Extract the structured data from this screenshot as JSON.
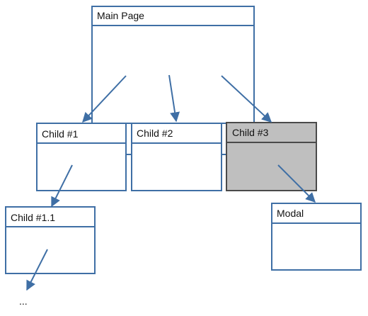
{
  "diagram": {
    "nodes": [
      {
        "id": "main-page",
        "label": "Main Page",
        "highlighted": false
      },
      {
        "id": "child-1",
        "label": "Child #1",
        "highlighted": false
      },
      {
        "id": "child-2",
        "label": "Child #2",
        "highlighted": false
      },
      {
        "id": "child-3",
        "label": "Child #3",
        "highlighted": true
      },
      {
        "id": "child-1-1",
        "label": "Child #1.1",
        "highlighted": false
      },
      {
        "id": "modal",
        "label": "Modal",
        "highlighted": false
      }
    ],
    "edges": [
      {
        "from": "main-page",
        "to": "child-1"
      },
      {
        "from": "main-page",
        "to": "child-2"
      },
      {
        "from": "main-page",
        "to": "child-3"
      },
      {
        "from": "child-1",
        "to": "child-1-1"
      },
      {
        "from": "child-3",
        "to": "modal"
      },
      {
        "from": "child-1-1",
        "to": "continuation"
      }
    ],
    "continuation": "...",
    "colors": {
      "stroke": "#3f6fa5",
      "highlight_fill": "#bfbfbf",
      "highlight_stroke": "#4a4a4a",
      "text": "#111111"
    }
  }
}
